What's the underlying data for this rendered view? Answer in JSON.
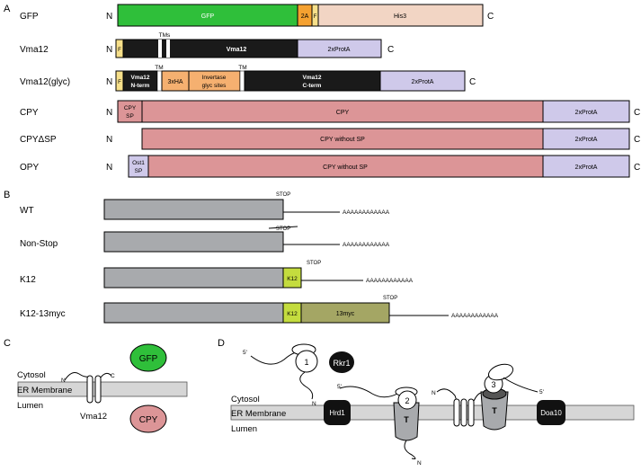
{
  "panel_a": {
    "letter": "A",
    "rows": [
      {
        "label": "GFP",
        "n": "N",
        "c": "C",
        "segments": [
          {
            "text": "GFP",
            "color": "#2fbf3a"
          },
          {
            "text": "2A",
            "color": "#f5a130"
          },
          {
            "text": "F",
            "color": "#f7e08a"
          },
          {
            "text": "His3",
            "color": "#f2d5c4"
          }
        ]
      },
      {
        "label": "Vma12",
        "n": "N",
        "c": "C",
        "annotations": [
          "TMs"
        ],
        "segments": [
          {
            "text": "F",
            "color": "#f7e08a"
          },
          {
            "text": "",
            "color": "#1a1a1a"
          },
          {
            "text": "Vma12",
            "color": "#1a1a1a"
          },
          {
            "text": "2xProtA",
            "color": "#cfc9ea"
          }
        ]
      },
      {
        "label": "Vma12(glyc)",
        "n": "N",
        "c": "C",
        "annotations": [
          "TM",
          "TM"
        ],
        "segments": [
          {
            "text": "F",
            "color": "#f7e08a"
          },
          {
            "text": "Vma12",
            "text2": "N-term",
            "color": "#1a1a1a"
          },
          {
            "text": "3xHA",
            "color": "#f5b070"
          },
          {
            "text": "Invertase",
            "text2": "glyc sites",
            "color": "#f5b070"
          },
          {
            "text": "Vma12",
            "text2": "C-term",
            "color": "#1a1a1a"
          },
          {
            "text": "2xProtA",
            "color": "#cfc9ea"
          }
        ]
      },
      {
        "label": "CPY",
        "n": "N",
        "c": "C",
        "segments": [
          {
            "text": "CPY",
            "text2": "SP",
            "color": "#dc9597"
          },
          {
            "text": "CPY",
            "color": "#dc9597"
          },
          {
            "text": "2xProtA",
            "color": "#cfc9ea"
          }
        ]
      },
      {
        "label": "CPYΔSP",
        "n": "N",
        "c": "C",
        "segments": [
          {
            "text": "CPY without SP",
            "color": "#dc9597"
          },
          {
            "text": "2xProtA",
            "color": "#cfc9ea"
          }
        ]
      },
      {
        "label": "OPY",
        "n": "N",
        "c": "C",
        "segments": [
          {
            "text": "Ost1",
            "text2": "SP",
            "color": "#cfc9ea"
          },
          {
            "text": "CPY without SP",
            "color": "#dc9597"
          },
          {
            "text": "2xProtA",
            "color": "#cfc9ea"
          }
        ]
      }
    ]
  },
  "panel_b": {
    "letter": "B",
    "poly_a": "AAAAAAAAAAAA",
    "stop": "STOP",
    "rows": [
      {
        "label": "WT"
      },
      {
        "label": "Non-Stop"
      },
      {
        "label": "K12",
        "tag": "K12"
      },
      {
        "label": "K12-13myc",
        "tag": "K12",
        "tag2": "13myc"
      }
    ]
  },
  "panel_c": {
    "letter": "C",
    "cytosol": "Cytosol",
    "membrane": "ER Membrane",
    "lumen": "Lumen",
    "protein": "Vma12",
    "gfp": "GFP",
    "cpy": "CPY",
    "n": "N",
    "c": "C",
    "colors": {
      "gfp": "#2fbf3a",
      "cpy": "#dc9597",
      "membrane": "#d6d6d6"
    }
  },
  "panel_d": {
    "letter": "D",
    "cytosol": "Cytosol",
    "membrane": "ER Membrane",
    "lumen": "Lumen",
    "five_prime": "5'",
    "n": "N",
    "ribosomes": [
      "1",
      "2",
      "3"
    ],
    "rkr1": "Rkr1",
    "hrd1": "Hrd1",
    "doa10": "Doa10",
    "translocon": "T"
  }
}
